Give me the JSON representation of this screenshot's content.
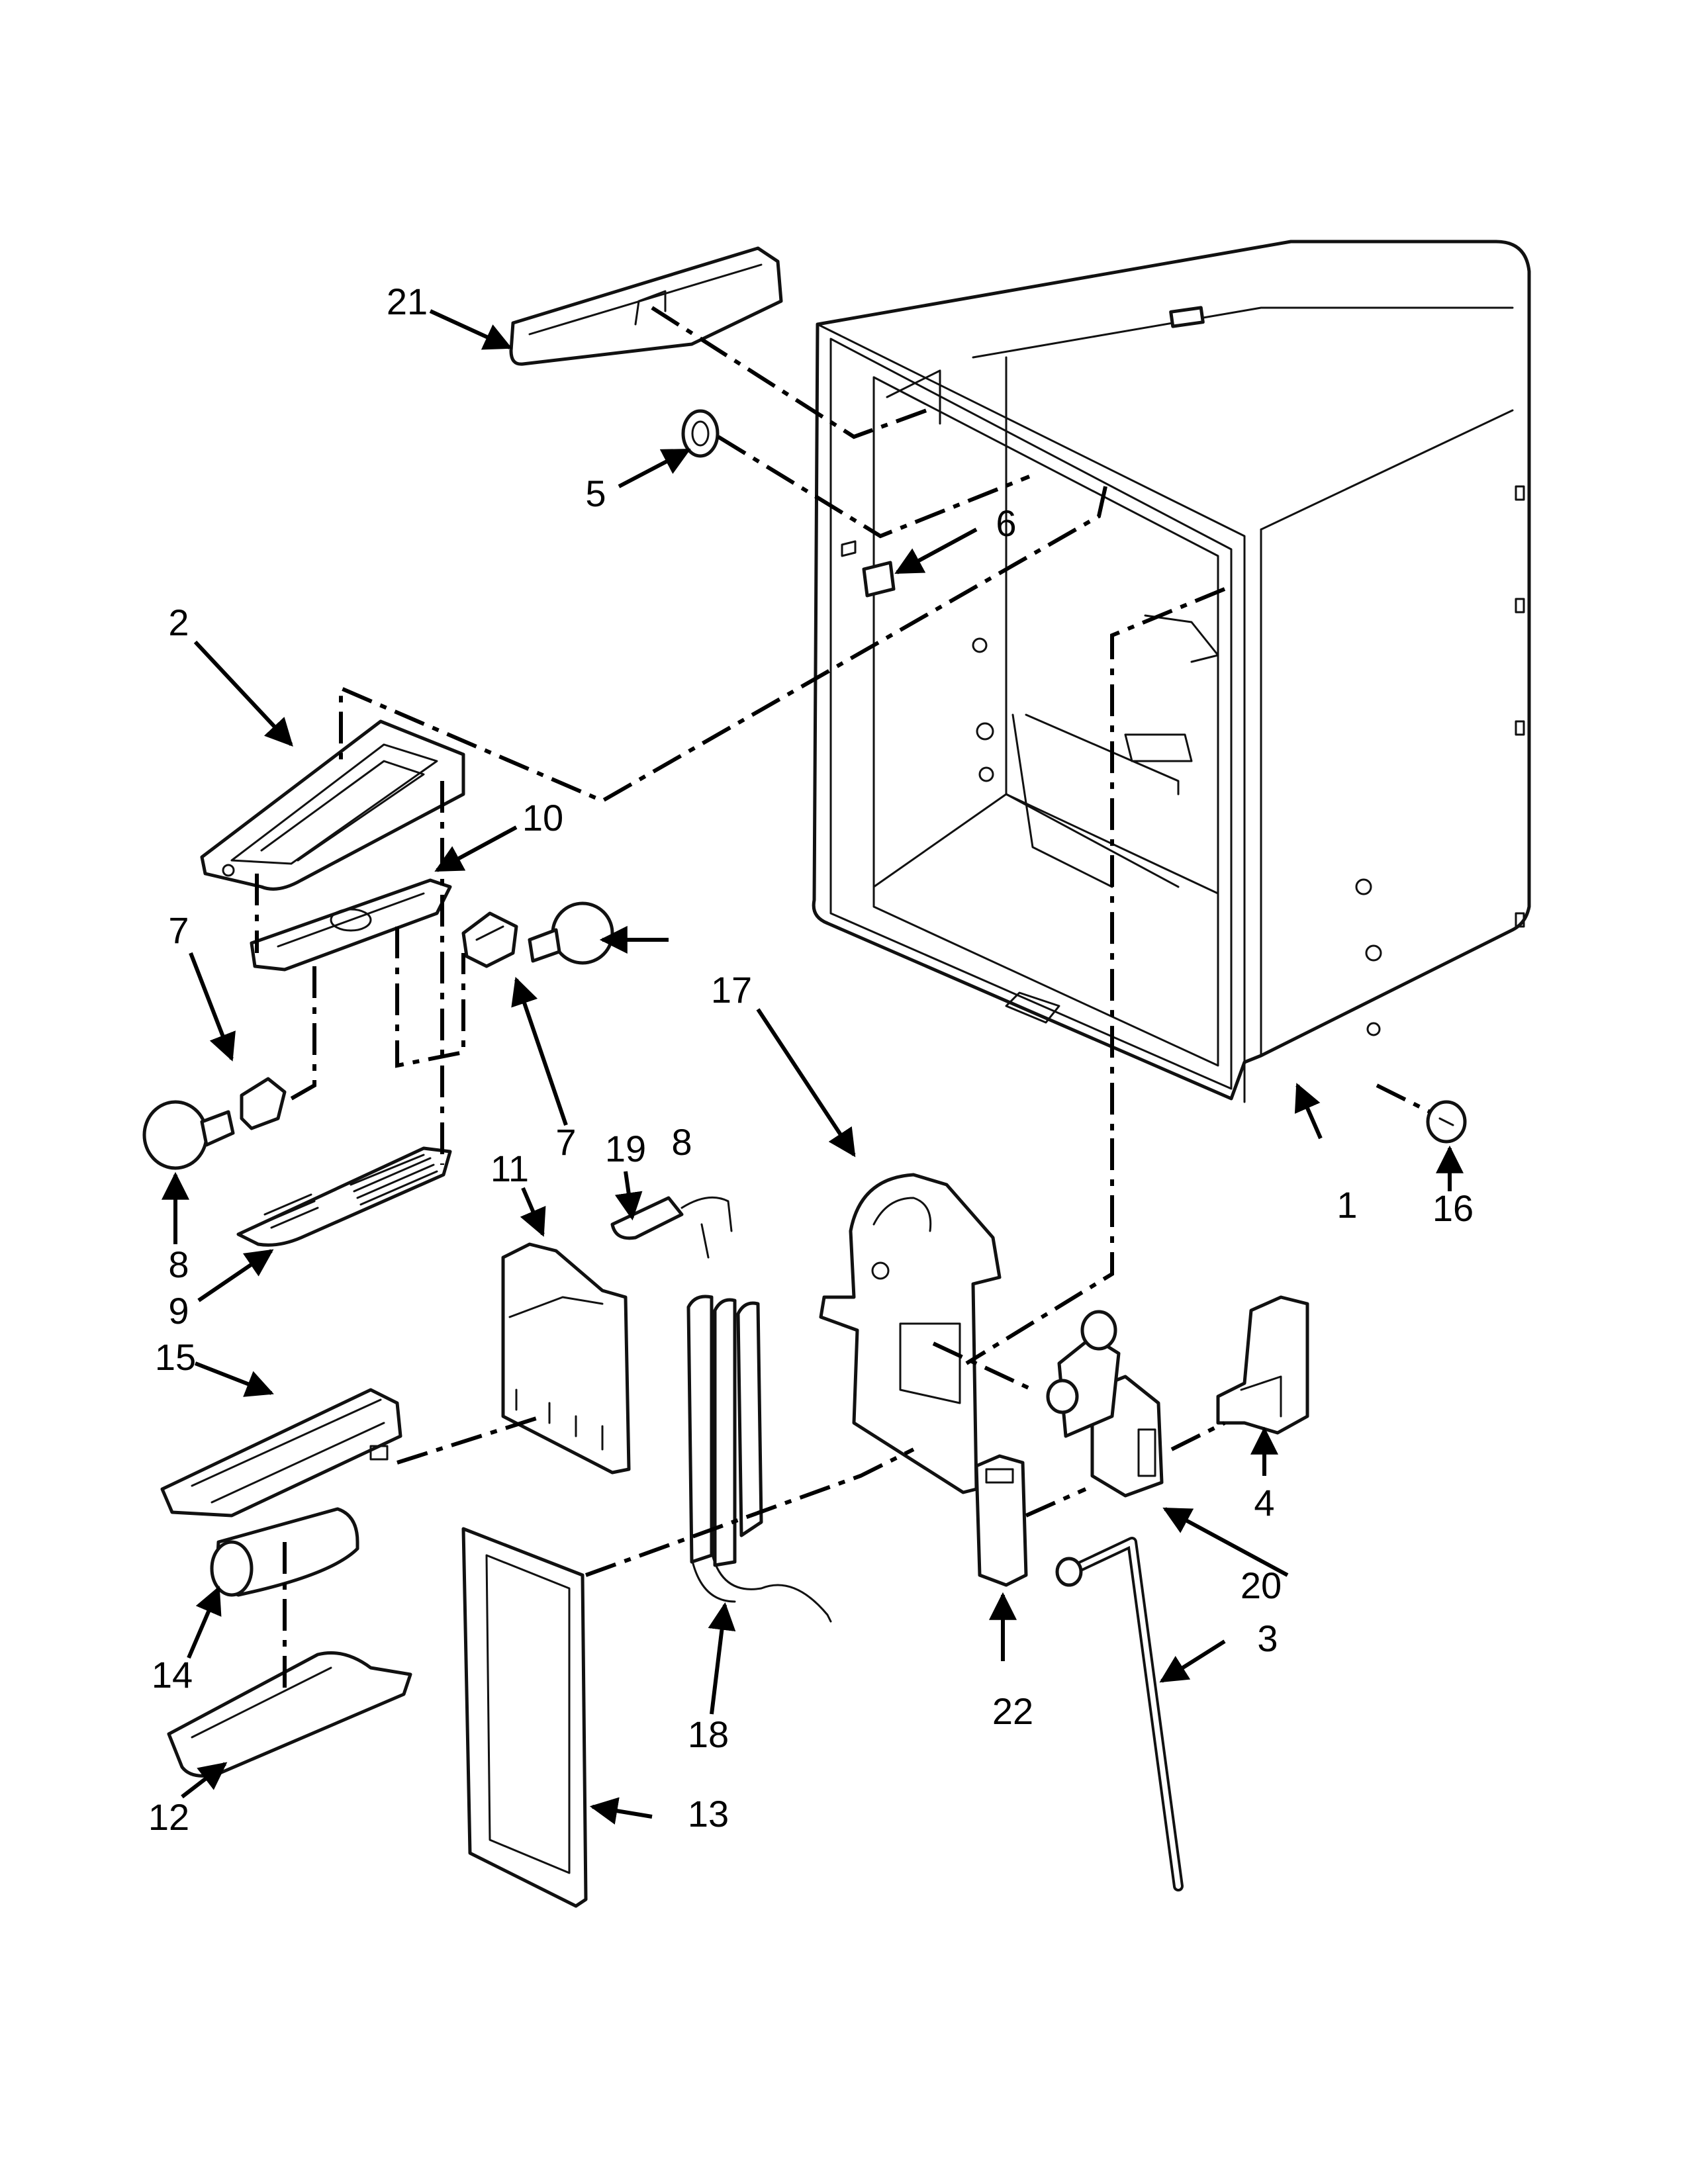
{
  "callouts": {
    "c1": "1",
    "c2": "2",
    "c3": "3",
    "c4": "4",
    "c5": "5",
    "c6": "6",
    "c7a": "7",
    "c7b": "7",
    "c8a": "8",
    "c8b": "8",
    "c9": "9",
    "c10": "10",
    "c11": "11",
    "c12": "12",
    "c13": "13",
    "c14": "14",
    "c15": "15",
    "c16": "16",
    "c17": "17",
    "c18": "18",
    "c19": "19",
    "c20": "20",
    "c21": "21",
    "c22": "22"
  }
}
